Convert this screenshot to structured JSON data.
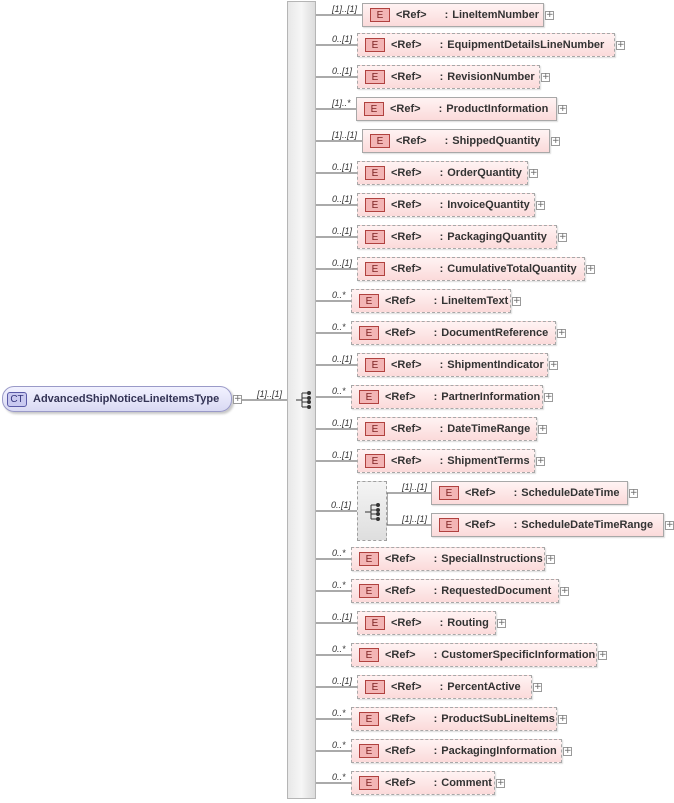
{
  "root": {
    "badge": "CT",
    "name": "AdvancedShipNoticeLineItemsType",
    "sequence_cardinality": "[1]..[1]"
  },
  "elements": [
    {
      "cardinality": "[1]..[1]",
      "ref": "<Ref>",
      "name": "LineItemNumber",
      "optional": false
    },
    {
      "cardinality": "0..[1]",
      "ref": "<Ref>",
      "name": "EquipmentDetailsLineNumber",
      "optional": true
    },
    {
      "cardinality": "0..[1]",
      "ref": "<Ref>",
      "name": "RevisionNumber",
      "optional": true
    },
    {
      "cardinality": "[1]..*",
      "ref": "<Ref>",
      "name": "ProductInformation",
      "optional": false
    },
    {
      "cardinality": "[1]..[1]",
      "ref": "<Ref>",
      "name": "ShippedQuantity",
      "optional": false
    },
    {
      "cardinality": "0..[1]",
      "ref": "<Ref>",
      "name": "OrderQuantity",
      "optional": true
    },
    {
      "cardinality": "0..[1]",
      "ref": "<Ref>",
      "name": "InvoiceQuantity",
      "optional": true
    },
    {
      "cardinality": "0..[1]",
      "ref": "<Ref>",
      "name": "PackagingQuantity",
      "optional": true
    },
    {
      "cardinality": "0..[1]",
      "ref": "<Ref>",
      "name": "CumulativeTotalQuantity",
      "optional": true
    },
    {
      "cardinality": "0..*",
      "ref": "<Ref>",
      "name": "LineItemText",
      "optional": true
    },
    {
      "cardinality": "0..*",
      "ref": "<Ref>",
      "name": "DocumentReference",
      "optional": true
    },
    {
      "cardinality": "0..[1]",
      "ref": "<Ref>",
      "name": "ShipmentIndicator",
      "optional": true
    },
    {
      "cardinality": "0..*",
      "ref": "<Ref>",
      "name": "PartnerInformation",
      "optional": true
    },
    {
      "cardinality": "0..[1]",
      "ref": "<Ref>",
      "name": "DateTimeRange",
      "optional": true
    },
    {
      "cardinality": "0..[1]",
      "ref": "<Ref>",
      "name": "ShipmentTerms",
      "optional": true
    },
    {
      "cardinality": "0..[1]",
      "type": "sequence",
      "optional": true,
      "children": [
        {
          "cardinality": "[1]..[1]",
          "ref": "<Ref>",
          "name": "ScheduleDateTime",
          "optional": false
        },
        {
          "cardinality": "[1]..[1]",
          "ref": "<Ref>",
          "name": "ScheduleDateTimeRange",
          "optional": false
        }
      ]
    },
    {
      "cardinality": "0..*",
      "ref": "<Ref>",
      "name": "SpecialInstructions",
      "optional": true
    },
    {
      "cardinality": "0..*",
      "ref": "<Ref>",
      "name": "RequestedDocument",
      "optional": true
    },
    {
      "cardinality": "0..[1]",
      "ref": "<Ref>",
      "name": "Routing",
      "optional": true
    },
    {
      "cardinality": "0..*",
      "ref": "<Ref>",
      "name": "CustomerSpecificInformation",
      "optional": true
    },
    {
      "cardinality": "0..[1]",
      "ref": "<Ref>",
      "name": "PercentActive",
      "optional": true
    },
    {
      "cardinality": "0..*",
      "ref": "<Ref>",
      "name": "ProductSubLineItems",
      "optional": true
    },
    {
      "cardinality": "0..*",
      "ref": "<Ref>",
      "name": "PackagingInformation",
      "optional": true
    },
    {
      "cardinality": "0..*",
      "ref": "<Ref>",
      "name": "Comment",
      "optional": true
    }
  ],
  "element_badge": "E",
  "expand_glyph": "+",
  "colors": {
    "element_fill": "#fbdada",
    "element_border": "#a8a8a8",
    "badge_fill": "#f3b5b5",
    "ct_fill": "#d9d9f3"
  }
}
